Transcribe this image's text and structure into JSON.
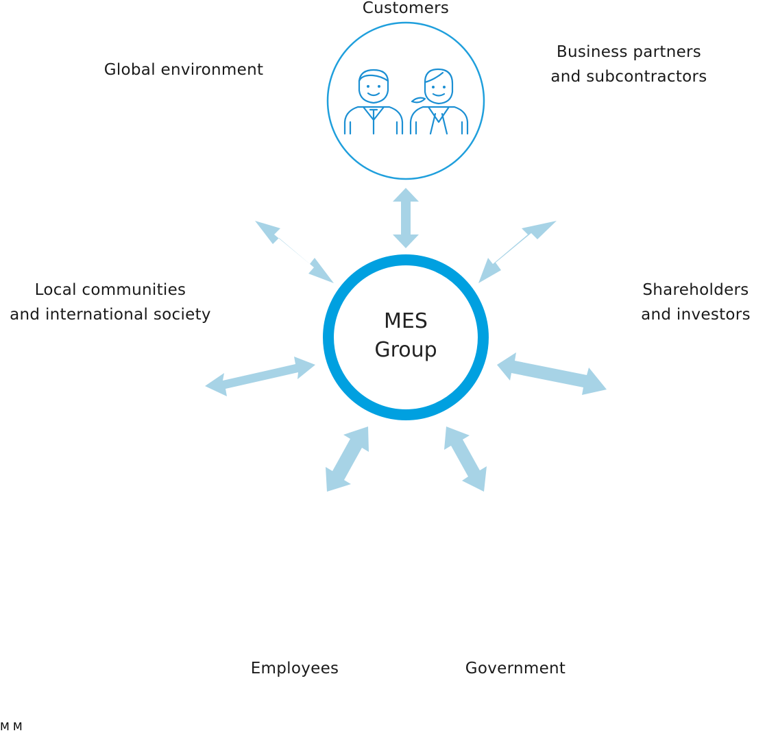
{
  "center": {
    "line1": "MES",
    "line2": "Group"
  },
  "stakeholders": {
    "customers": {
      "label": "Customers"
    },
    "partners": {
      "line1": "Business partners",
      "line2": "and subcontractors"
    },
    "shareholders": {
      "line1": "Shareholders",
      "line2": "and investors"
    },
    "government": {
      "label": "Government"
    },
    "employees": {
      "label": "Employees"
    },
    "communities": {
      "line1": "Local communities",
      "line2": "and international society"
    },
    "environment": {
      "label": "Global environment"
    }
  },
  "icons": {
    "employees_helmet_letter": "M"
  },
  "colors": {
    "ring": "#00a0e0",
    "outline": "#1f9fdc",
    "icon": "#1b8fd3",
    "arrow": "#a7d3e6"
  }
}
